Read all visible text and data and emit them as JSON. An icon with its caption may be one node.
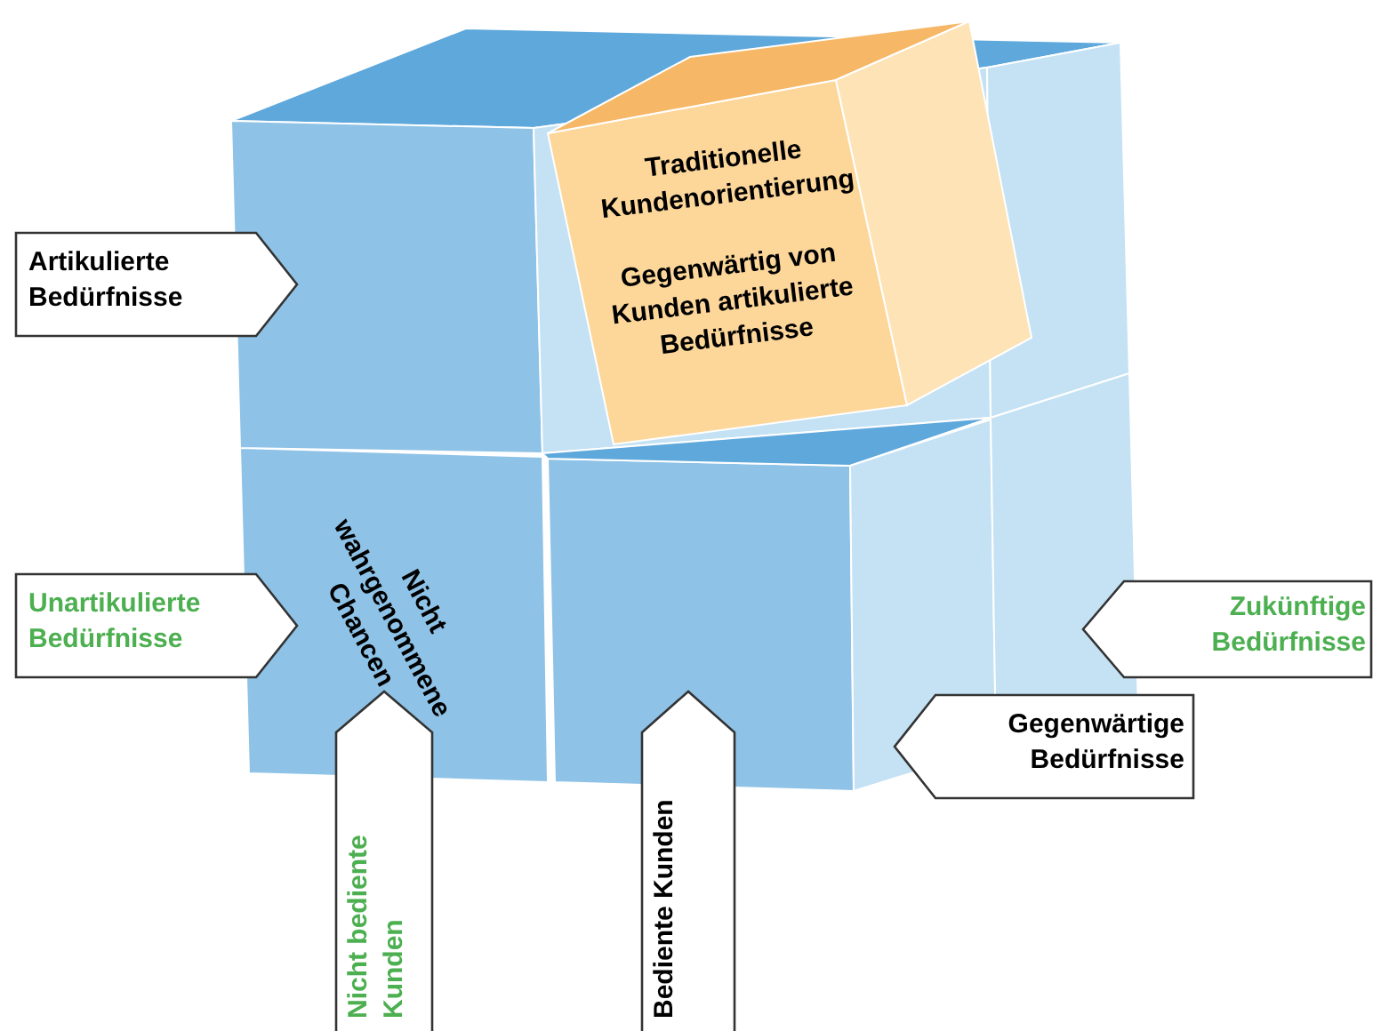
{
  "diagram": {
    "nodes": [
      {
        "text": [
          "Traditionelle Kundenorientierung",
          "Gegenwärtig von Kunden artikulierte Bedürfnisse"
        ]
      },
      {
        "text": [
          "Nicht wahrgenommene Chancen"
        ]
      },
      {
        "text": [
          "Artikulierte Bedürfnisse"
        ]
      },
      {
        "text": [
          "Unartikulierte Bedürfnisse"
        ]
      },
      {
        "text": [
          "Zukünftige Bedürfnisse"
        ]
      },
      {
        "text": [
          "Gegenwärtige Bedürfnisse"
        ]
      },
      {
        "text": [
          "Nicht bediente Kunden"
        ]
      },
      {
        "text": [
          "Bediente Kunden"
        ]
      }
    ],
    "edges": []
  }
}
